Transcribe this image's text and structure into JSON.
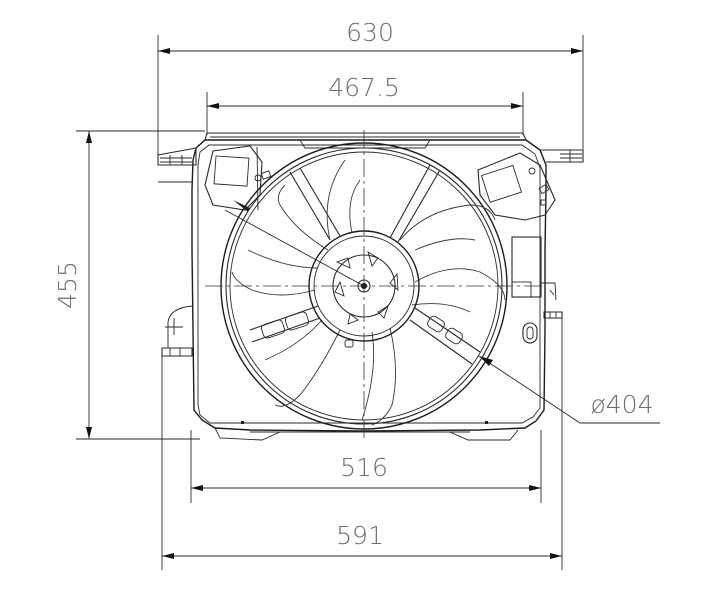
{
  "drawing": {
    "title": "Radiator cooling fan assembly - front view dimension drawing",
    "units": "mm",
    "line_color": "#1c1c1c",
    "text_color": "#6e6e6e",
    "background": "#ffffff"
  },
  "dimensions": {
    "overall_top_width": {
      "label": "630",
      "orientation": "horizontal",
      "position": "top"
    },
    "shroud_top_width": {
      "label": "467.5",
      "orientation": "horizontal",
      "position": "top-inner"
    },
    "overall_height": {
      "label": "455",
      "orientation": "vertical",
      "position": "left"
    },
    "fan_diameter": {
      "label": "ø404",
      "orientation": "leader",
      "position": "right"
    },
    "frame_bottom_width": {
      "label": "516",
      "orientation": "horizontal",
      "position": "bottom-inner"
    },
    "overall_bottom_width": {
      "label": "591",
      "orientation": "horizontal",
      "position": "bottom"
    }
  },
  "components": {
    "fan_blades": 7,
    "fan_motor": "central hub with motor",
    "shroud": "rectangular frame with circular ring",
    "relay_boxes": 2,
    "mounting_brackets": 4
  }
}
